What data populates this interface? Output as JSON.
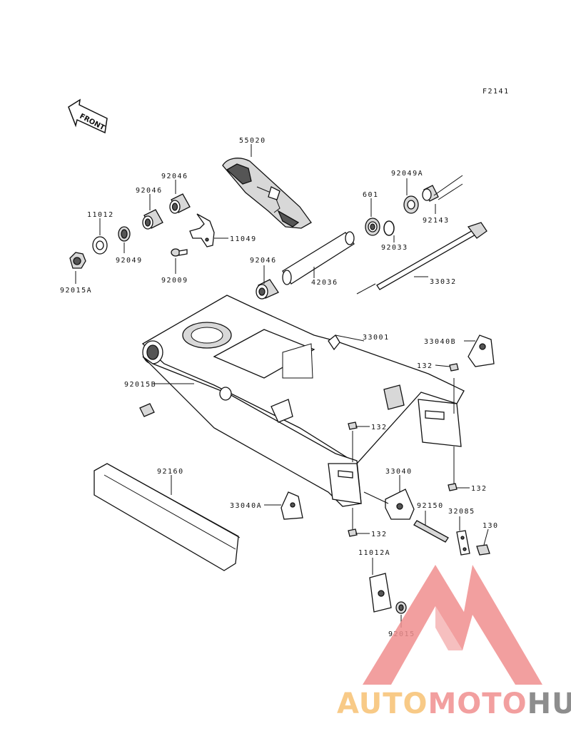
{
  "figure_code": "F2141",
  "front_label": "FRONT",
  "watermark": {
    "part1": "AUTO",
    "part2": "MOTO",
    "part3": "HUB",
    "color_red": "#f08f8f",
    "color_orange": "#f7c173",
    "color_gray": "#7a7a7a"
  },
  "callouts": [
    {
      "id": "55020",
      "label": "55020"
    },
    {
      "id": "92046a",
      "label": "92046"
    },
    {
      "id": "92046b",
      "label": "92046"
    },
    {
      "id": "11012",
      "label": "11012"
    },
    {
      "id": "92049",
      "label": "92049"
    },
    {
      "id": "92015A",
      "label": "92015A"
    },
    {
      "id": "92009",
      "label": "92009"
    },
    {
      "id": "11049",
      "label": "11049"
    },
    {
      "id": "92046c",
      "label": "92046"
    },
    {
      "id": "42036",
      "label": "42036"
    },
    {
      "id": "601",
      "label": "601"
    },
    {
      "id": "92049A",
      "label": "92049A"
    },
    {
      "id": "92143",
      "label": "92143"
    },
    {
      "id": "92033",
      "label": "92033"
    },
    {
      "id": "33032",
      "label": "33032"
    },
    {
      "id": "33001",
      "label": "33001"
    },
    {
      "id": "33040B",
      "label": "33040B"
    },
    {
      "id": "132a",
      "label": "132"
    },
    {
      "id": "92015B",
      "label": "92015B"
    },
    {
      "id": "132b",
      "label": "132"
    },
    {
      "id": "132c",
      "label": "132"
    },
    {
      "id": "92160",
      "label": "92160"
    },
    {
      "id": "33040",
      "label": "33040"
    },
    {
      "id": "92150",
      "label": "92150"
    },
    {
      "id": "32085",
      "label": "32085"
    },
    {
      "id": "130",
      "label": "130"
    },
    {
      "id": "33040A",
      "label": "33040A"
    },
    {
      "id": "132d",
      "label": "132"
    },
    {
      "id": "11012A",
      "label": "11012A"
    },
    {
      "id": "92015",
      "label": "92015"
    }
  ]
}
